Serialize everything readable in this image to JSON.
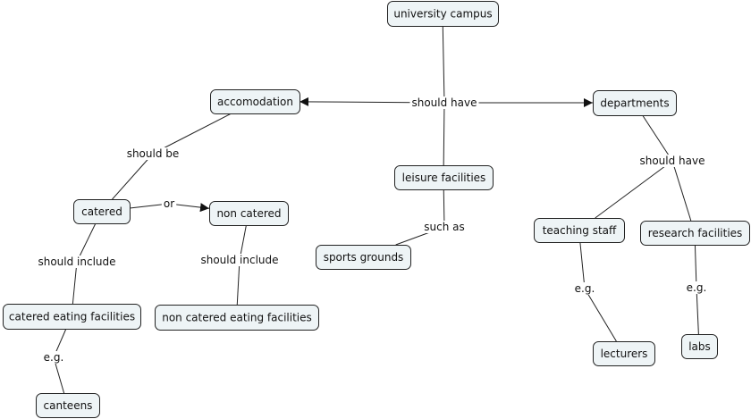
{
  "concepts": [
    {
      "id": "campus",
      "label": "university campus"
    },
    {
      "id": "accom",
      "label": "accomodation"
    },
    {
      "id": "depts",
      "label": "departments"
    },
    {
      "id": "leisure",
      "label": "leisure facilities"
    },
    {
      "id": "catered",
      "label": "catered"
    },
    {
      "id": "noncat",
      "label": "non catered"
    },
    {
      "id": "sports",
      "label": "sports grounds"
    },
    {
      "id": "teaching",
      "label": "teaching staff"
    },
    {
      "id": "research",
      "label": "research facilities"
    },
    {
      "id": "catEat",
      "label": "catered eating facilities"
    },
    {
      "id": "noncatEat",
      "label": "non catered eating facilities"
    },
    {
      "id": "canteens",
      "label": "canteens"
    },
    {
      "id": "lecturers",
      "label": "lecturers"
    },
    {
      "id": "labs",
      "label": "labs"
    }
  ],
  "linking_phrases": [
    {
      "id": "p1",
      "label": "should have",
      "from": [
        "campus"
      ],
      "to": [
        "accom",
        "depts",
        "leisure"
      ],
      "arrows": [
        "accom",
        "depts"
      ]
    },
    {
      "id": "p2",
      "label": "should be",
      "from": [
        "accom"
      ],
      "to": [
        "catered"
      ],
      "arrows": []
    },
    {
      "id": "p3",
      "label": "or",
      "from": [
        "catered"
      ],
      "to": [
        "noncat"
      ],
      "arrows": [
        "noncat"
      ]
    },
    {
      "id": "p4",
      "label": "should include",
      "from": [
        "catered"
      ],
      "to": [
        "catEat"
      ],
      "arrows": []
    },
    {
      "id": "p5",
      "label": "should include",
      "from": [
        "noncat"
      ],
      "to": [
        "noncatEat"
      ],
      "arrows": []
    },
    {
      "id": "p6",
      "label": "such as",
      "from": [
        "leisure"
      ],
      "to": [
        "sports"
      ],
      "arrows": []
    },
    {
      "id": "p7",
      "label": "should have",
      "from": [
        "depts"
      ],
      "to": [
        "teaching",
        "research"
      ],
      "arrows": []
    },
    {
      "id": "p8",
      "label": "e.g.",
      "from": [
        "catEat"
      ],
      "to": [
        "canteens"
      ],
      "arrows": []
    },
    {
      "id": "p9",
      "label": "e.g.",
      "from": [
        "teaching"
      ],
      "to": [
        "lecturers"
      ],
      "arrows": []
    },
    {
      "id": "p10",
      "label": "e.g.",
      "from": [
        "research"
      ],
      "to": [
        "labs"
      ],
      "arrows": []
    }
  ],
  "colors": {
    "node_fill": "#eef4f6",
    "stroke": "#222222"
  }
}
